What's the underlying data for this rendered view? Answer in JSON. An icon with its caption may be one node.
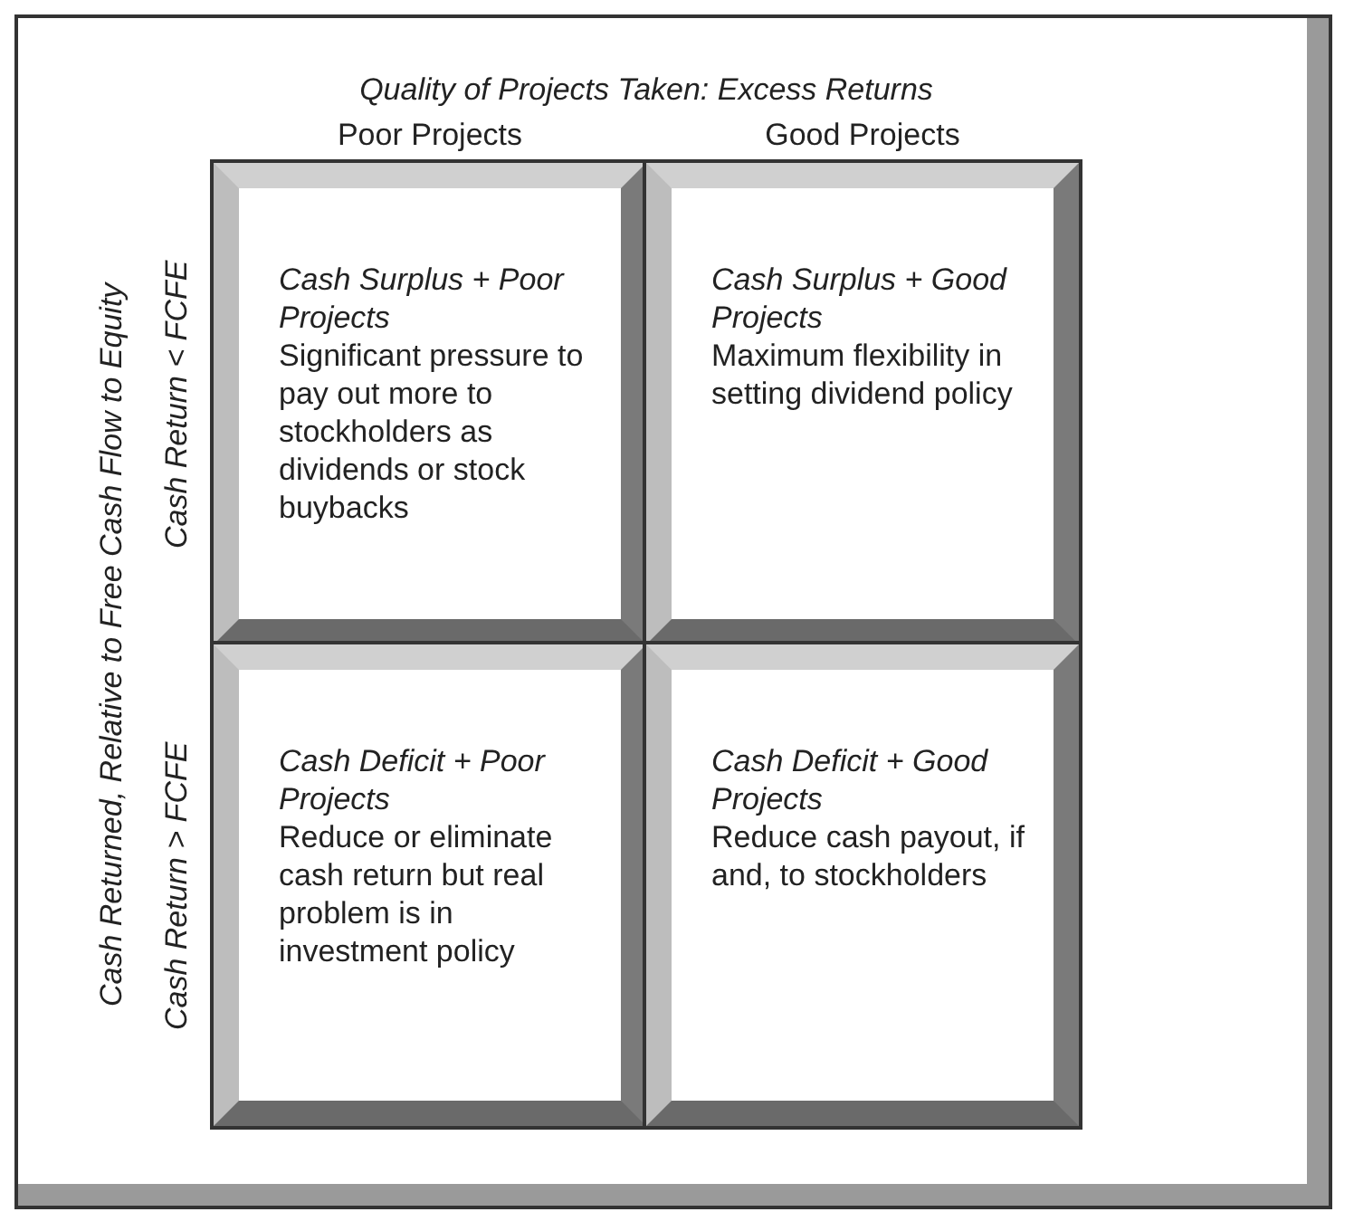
{
  "diagram": {
    "nodes": [
      {
        "text": [
          "Cash Surplus + Poor Projects",
          "Significant pressure to pay out more to stockholders as dividends or stock buybacks"
        ]
      },
      {
        "text": [
          "Cash Surplus + Good Projects",
          "Maximum flexibility in setting dividend policy"
        ]
      },
      {
        "text": [
          "Cash Deficit + Poor Projects",
          "Reduce or eliminate cash return but real problem is in investment policy"
        ]
      },
      {
        "text": [
          "Cash Deficit + Good Projects",
          "Reduce cash payout, if and, to stockholders"
        ]
      }
    ],
    "edges": [],
    "labels": [
      "Quality of Projects Taken: Excess Returns",
      "Poor Projects",
      "Good Projects",
      "Cash Returned, Relative to Free Cash Flow to Equity",
      "Cash Return < FCFE",
      "Cash Return > FCFE"
    ]
  }
}
